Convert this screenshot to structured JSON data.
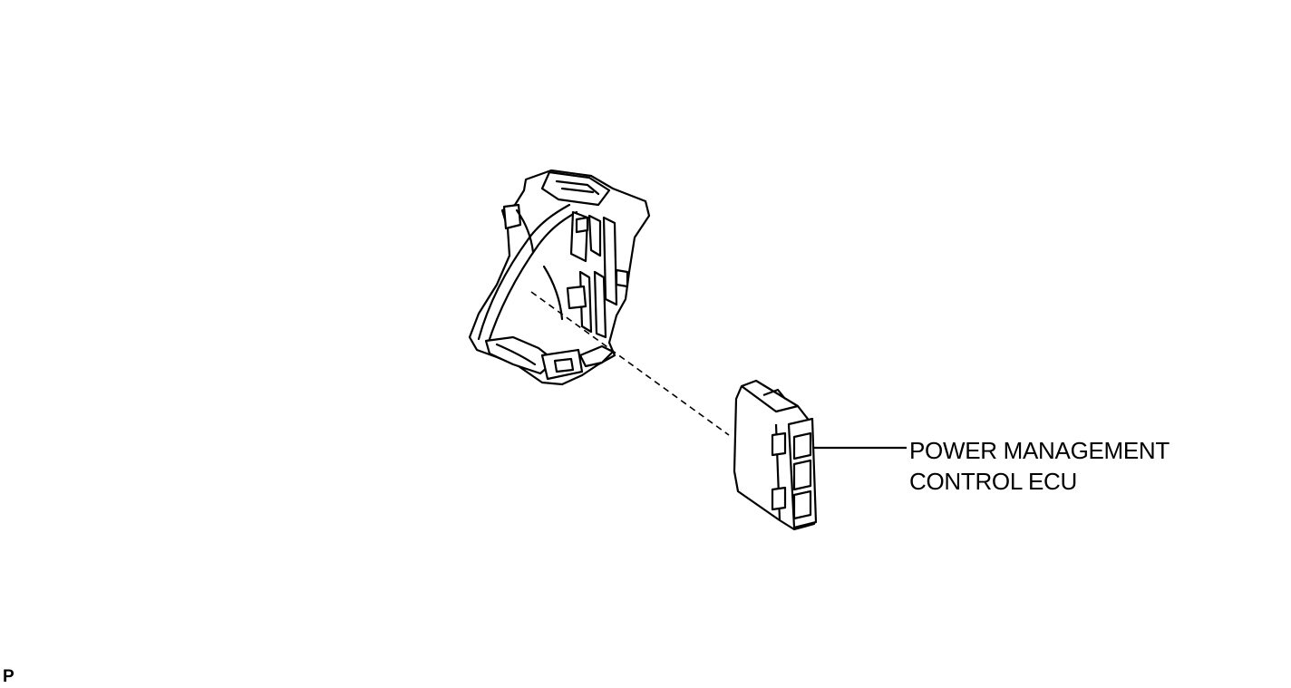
{
  "callout": {
    "line1": "POWER MANAGEMENT",
    "line2": "CONTROL ECU"
  },
  "corner_mark": "P",
  "style": {
    "ink": "#000000",
    "background": "#ffffff"
  }
}
